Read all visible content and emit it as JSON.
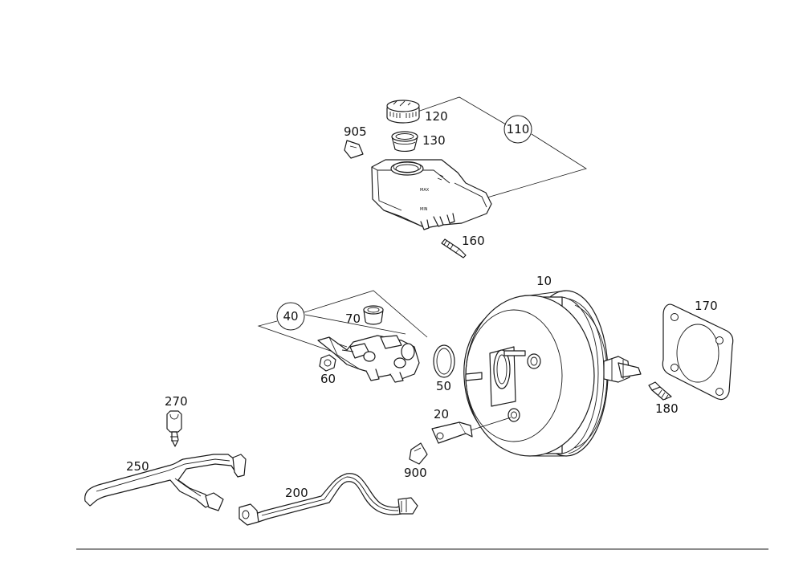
{
  "labels": {
    "l10": "10",
    "l20": "20",
    "l40": "40",
    "l50": "50",
    "l60": "60",
    "l70": "70",
    "l110": "110",
    "l120": "120",
    "l130": "130",
    "l160": "160",
    "l170": "170",
    "l180": "180",
    "l200": "200",
    "l250": "250",
    "l270": "270",
    "l900": "900",
    "l905": "905"
  }
}
